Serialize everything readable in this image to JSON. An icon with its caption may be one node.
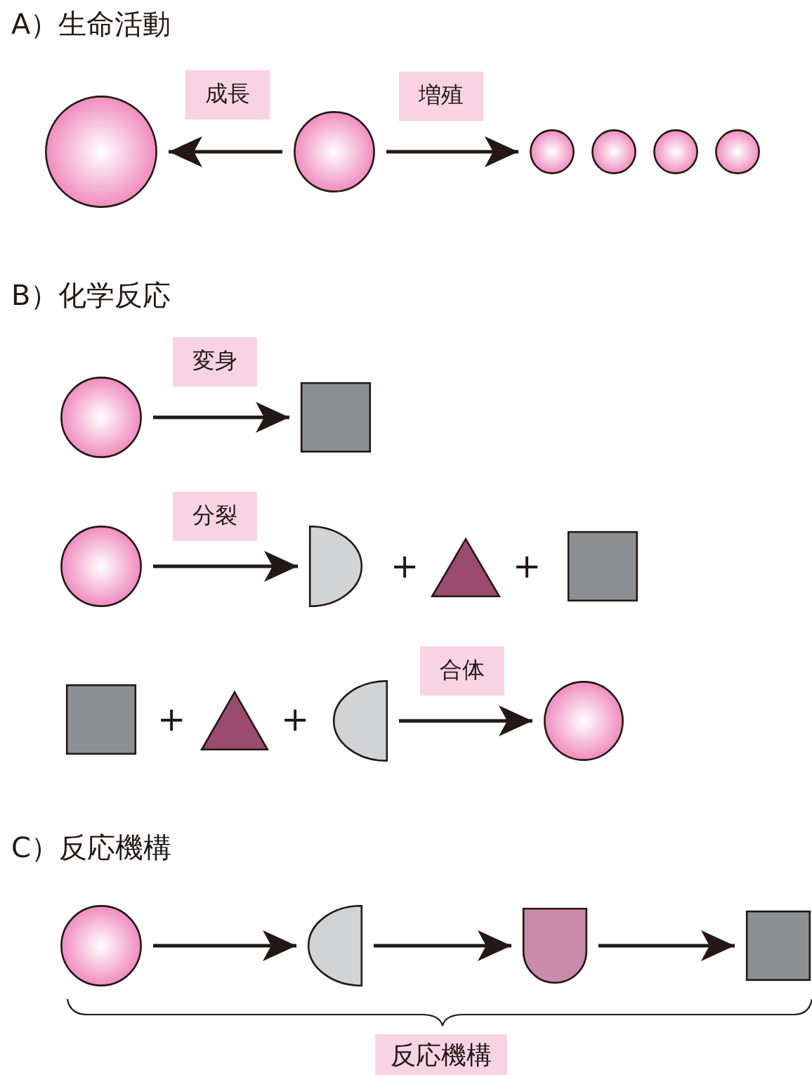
{
  "diagram": {
    "nodes": [
      {
        "text": [],
        "shape": "circle"
      },
      {
        "text": [],
        "shape": "circle"
      },
      {
        "text": [],
        "shape": "circle"
      },
      {
        "text": [],
        "shape": "circle"
      },
      {
        "text": [],
        "shape": "circle"
      },
      {
        "text": [],
        "shape": "circle"
      },
      {
        "text": [],
        "shape": "circle"
      },
      {
        "text": [],
        "shape": "box"
      },
      {
        "text": [],
        "shape": "circle"
      },
      {
        "text": [],
        "shape": "semicircle"
      },
      {
        "text": [],
        "shape": "triangle"
      },
      {
        "text": [],
        "shape": "box"
      },
      {
        "text": [],
        "shape": "box"
      },
      {
        "text": [],
        "shape": "triangle"
      },
      {
        "text": [],
        "shape": "semicircle"
      },
      {
        "text": [],
        "shape": "circle"
      },
      {
        "text": [],
        "shape": "circle"
      },
      {
        "text": [],
        "shape": "semicircle"
      },
      {
        "text": [],
        "shape": "arch"
      },
      {
        "text": [],
        "shape": "box"
      }
    ],
    "edges": [
      {
        "from": 1,
        "to": 0,
        "arrow": "to",
        "label": "成長"
      },
      {
        "from": 1,
        "to": 2,
        "arrow": "to",
        "label": "増殖"
      },
      {
        "from": 6,
        "to": 7,
        "arrow": "to",
        "label": "変身"
      },
      {
        "from": 8,
        "to": 9,
        "arrow": "to",
        "label": "分裂"
      },
      {
        "from": 14,
        "to": 15,
        "arrow": "to",
        "label": "合体"
      },
      {
        "from": 16,
        "to": 17,
        "arrow": "to"
      },
      {
        "from": 17,
        "to": 18,
        "arrow": "to"
      },
      {
        "from": 18,
        "to": 19,
        "arrow": "to"
      }
    ],
    "labels": [
      "A）生命活動",
      "B）化学反応",
      "+",
      "+",
      "+",
      "+",
      "C）反応機構",
      "反応機構"
    ]
  }
}
